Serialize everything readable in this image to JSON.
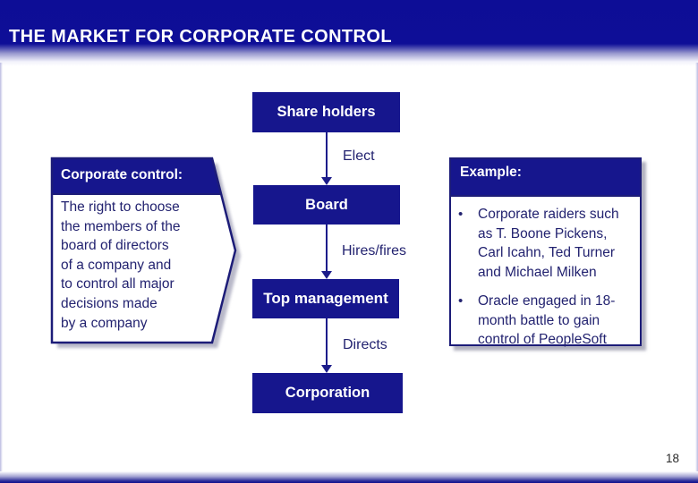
{
  "slide": {
    "title": "THE MARKET FOR CORPORATE CONTROL",
    "page_number": "18"
  },
  "colors": {
    "banner_blue": "#0E0E97",
    "node_blue": "#16168D",
    "border_navy": "#1C1C78",
    "text_navy": "#232370",
    "shadow_gray": "#8A8AA5"
  },
  "flowchart": {
    "nodes": [
      {
        "label": "Share holders"
      },
      {
        "label": "Board"
      },
      {
        "label": "Top management"
      },
      {
        "label": "Corporation"
      }
    ],
    "edges": [
      {
        "label": "Elect"
      },
      {
        "label": "Hires/fires"
      },
      {
        "label": "Directs"
      }
    ]
  },
  "definition_box": {
    "header": "Corporate control:",
    "body": "The right to choose\nthe members of the\nboard of directors\nof a company and\nto control all major\ndecisions made\nby a company"
  },
  "example_box": {
    "header": "Example:",
    "bullet_glyph": "•",
    "bullets": [
      "Corporate raiders such\nas T. Boone Pickens,\nCarl Icahn, Ted Turner\nand Michael Milken",
      "Oracle engaged in 18-\nmonth battle to gain\ncontrol of PeopleSoft"
    ]
  }
}
